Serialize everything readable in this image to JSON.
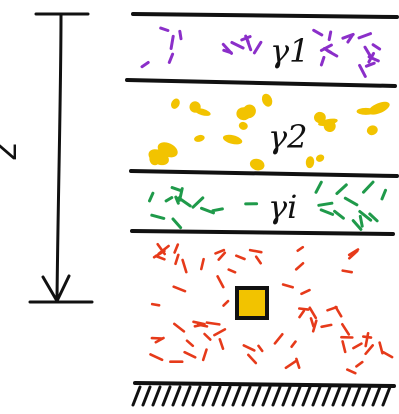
{
  "diagram": {
    "depth_label": "z",
    "layers": [
      {
        "label": "γ1",
        "color": "#8b2fc9"
      },
      {
        "label": "γ2",
        "color": "#f2c300"
      },
      {
        "label": "γi",
        "color": "#1f9a4a"
      }
    ],
    "lower_fill_color": "#e63a1a",
    "point_color": "#f2c300",
    "line_color": "#111111",
    "background_color": "#ffffff"
  }
}
